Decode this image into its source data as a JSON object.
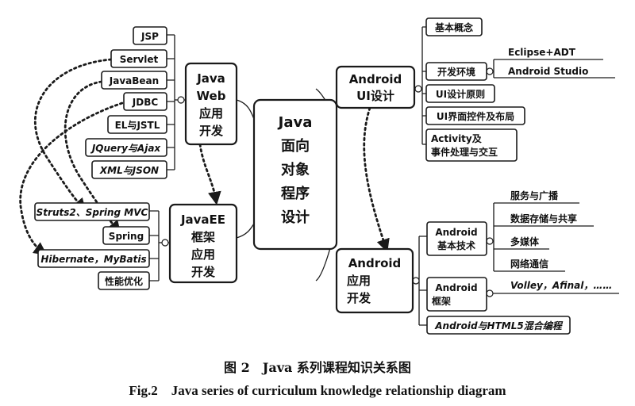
{
  "center": {
    "lines": [
      "Java",
      "面向",
      "对象",
      "程序",
      "设计"
    ]
  },
  "javaweb": {
    "lines": [
      "Java",
      "Web",
      "应用",
      "开发"
    ],
    "items": [
      "JSP",
      "Servlet",
      "JavaBean",
      "JDBC",
      "EL与JSTL",
      "JQuery与Ajax",
      "XML与JSON"
    ]
  },
  "javaee": {
    "lines": [
      "JavaEE",
      "框架",
      "应用",
      "开发"
    ],
    "items": [
      "Struts2、Spring MVC",
      "Spring",
      "Hibernate，MyBatis",
      "性能优化"
    ]
  },
  "android_ui": {
    "lines": [
      "Android",
      "UI设计"
    ],
    "items": [
      "基本概念",
      "开发环境",
      "UI设计原则",
      "UI界面控件及布局"
    ],
    "activity_lines": [
      "Activity及",
      "事件处理与交互"
    ],
    "env_items": [
      "Eclipse+ADT",
      "Android Studio"
    ]
  },
  "android_app": {
    "lines": [
      "Android",
      "应用",
      "开发"
    ],
    "basic_lines": [
      "Android",
      "基本技术"
    ],
    "basic_items": [
      "服务与广播",
      "数据存储与共享",
      "多媒体",
      "网络通信"
    ],
    "framework_lines": [
      "Android",
      "框架"
    ],
    "framework_items": [
      "Volley，Afinal，……"
    ],
    "hybrid": "Android与HTML5混合编程"
  },
  "caption": {
    "cn": "图 2　Java 系列课程知识关系图",
    "en": "Fig.2　Java series of curriculum knowledge relationship diagram"
  }
}
